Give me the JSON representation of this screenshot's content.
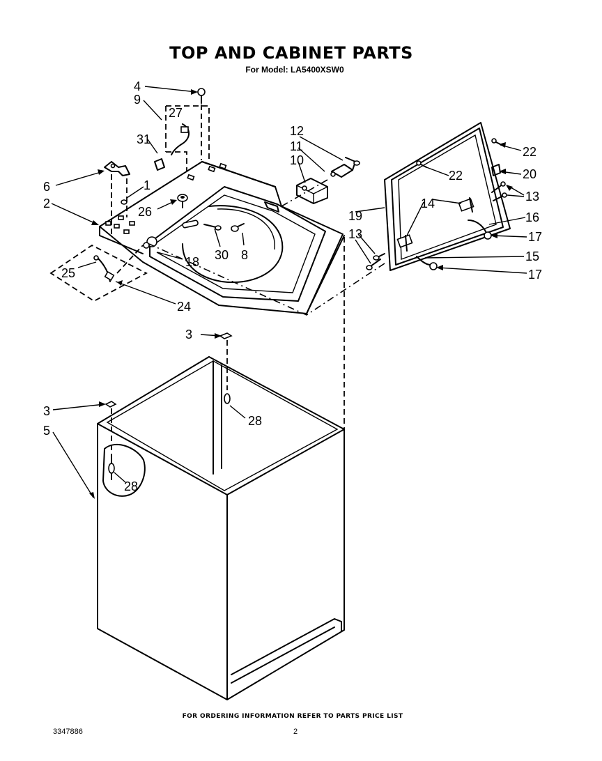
{
  "title": "TOP AND CABINET PARTS",
  "model_label": "For Model: LA5400XSW0",
  "footer_note": "FOR ORDERING INFORMATION REFER TO PARTS PRICE LIST",
  "document_number": "3347886",
  "page_number": "2",
  "callouts": {
    "c1": "1",
    "c2": "2",
    "c3a": "3",
    "c3b": "3",
    "c4": "4",
    "c5": "5",
    "c6": "6",
    "c8": "8",
    "c9": "9",
    "c10": "10",
    "c11": "11",
    "c12": "12",
    "c13a": "13",
    "c13b": "13",
    "c14": "14",
    "c15": "15",
    "c16": "16",
    "c17a": "17",
    "c17b": "17",
    "c18": "18",
    "c19": "19",
    "c20": "20",
    "c22a": "22",
    "c22b": "22",
    "c24": "24",
    "c25": "25",
    "c26": "26",
    "c27": "27",
    "c28a": "28",
    "c28b": "28",
    "c30": "30",
    "c31": "31"
  }
}
